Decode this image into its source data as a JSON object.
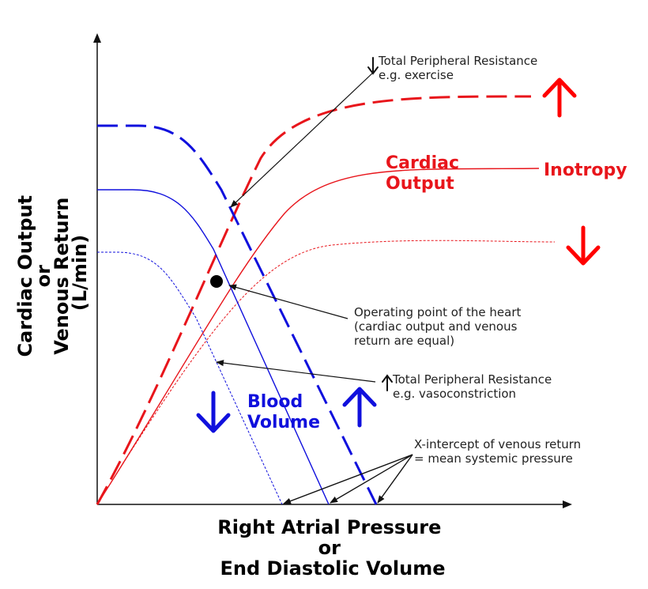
{
  "diagram": {
    "y_axis_title": [
      "Cardiac Output",
      "or",
      "Venous Return",
      "(L/min)"
    ],
    "x_axis_title": [
      "Right Atrial Pressure",
      "or",
      "End Diastolic Volume"
    ],
    "labels": {
      "cardiac_output": [
        "Cardiac",
        "Output"
      ],
      "inotropy": "Inotropy",
      "blood_volume": [
        "Blood",
        "Volume"
      ]
    },
    "annotations": {
      "tpr_decrease": [
        "Total Peripheral Resistance",
        "e.g. exercise"
      ],
      "operating_point": [
        "Operating point of the heart",
        "(cardiac output and venous",
        "return are equal)"
      ],
      "tpr_increase": [
        "Total Peripheral Resistance",
        "e.g. vasoconstriction"
      ],
      "x_intercept": [
        "X-intercept of venous return",
        "= mean systemic pressure"
      ]
    },
    "colors": {
      "cardiac_output": "#e8151b",
      "venous_return": "#1010dd",
      "annotation": "#222222"
    }
  }
}
